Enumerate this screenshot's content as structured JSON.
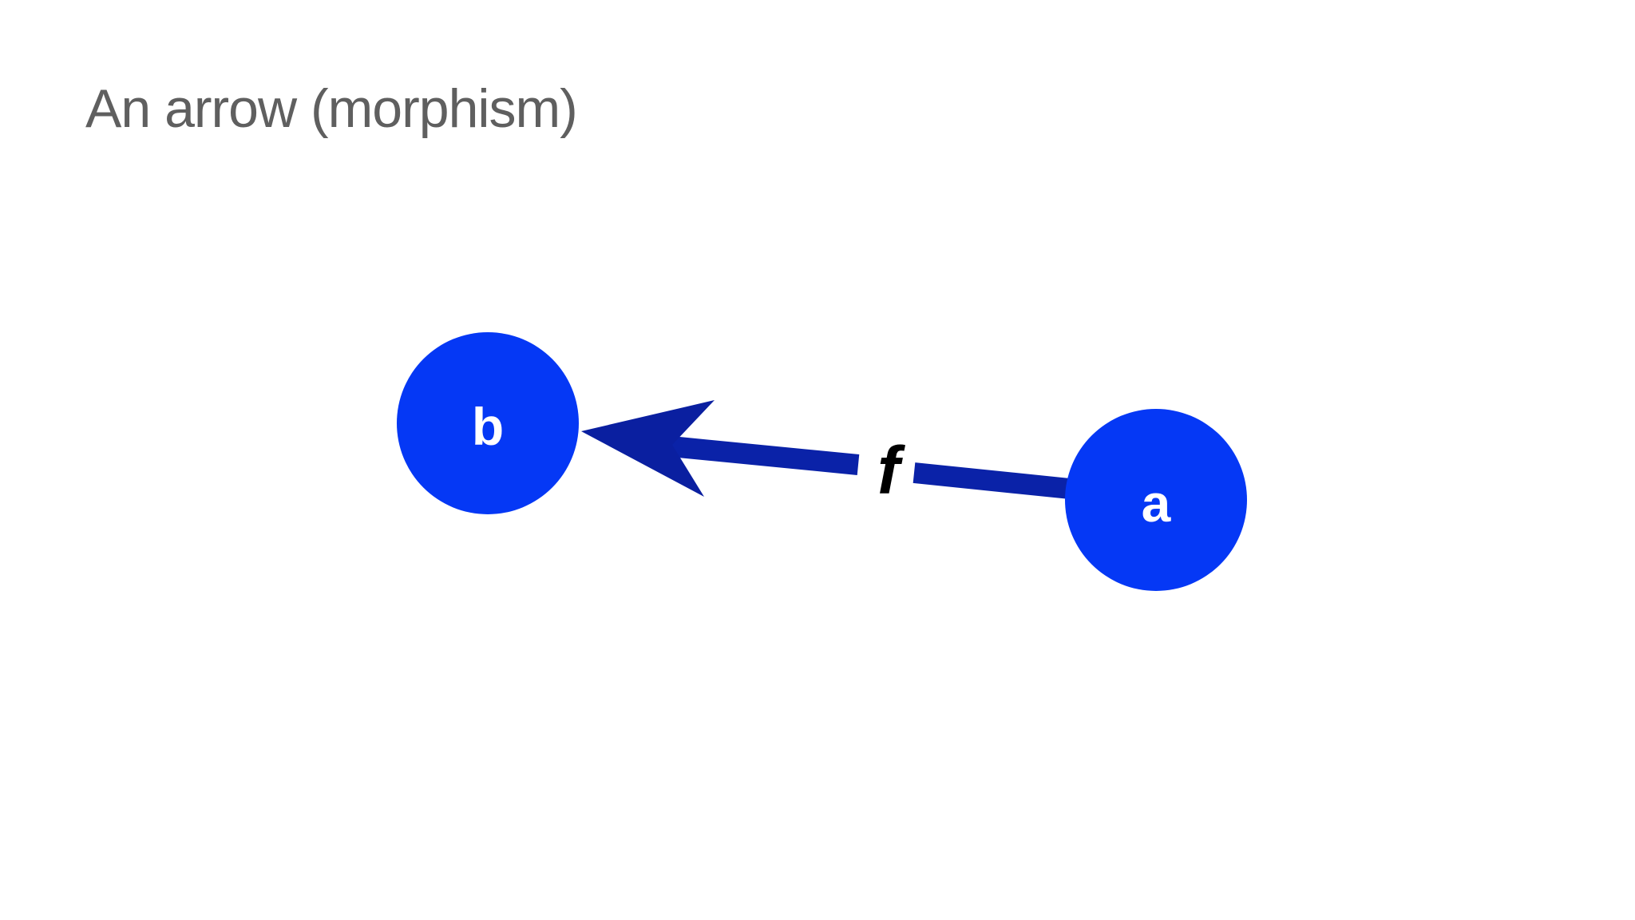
{
  "slide": {
    "title": "An arrow (morphism)"
  },
  "diagram": {
    "nodes": [
      {
        "id": "b",
        "label": "b"
      },
      {
        "id": "a",
        "label": "a"
      }
    ],
    "edges": [
      {
        "from": "a",
        "to": "b",
        "label": "f"
      }
    ],
    "colors": {
      "node_fill": "#0538f5",
      "node_text": "#ffffff",
      "edge": "#0a22a8",
      "edge_label": "#000000",
      "title": "#5f5f5f"
    }
  }
}
